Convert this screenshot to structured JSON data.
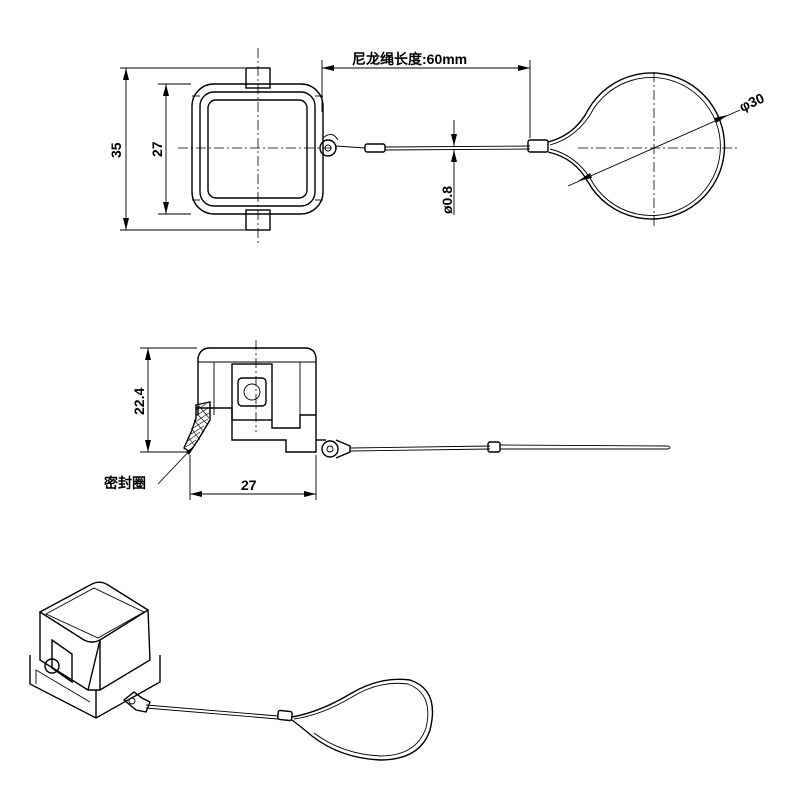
{
  "top_view": {
    "cord_length_label": "尼龙绳长度:60mm",
    "height_outer_label": "35",
    "height_inner_label": "27",
    "cord_diameter_label": "ø0.8",
    "ring_diameter_label": "φ30"
  },
  "side_view": {
    "height_label": "22.4",
    "width_label": "27",
    "seal_label": "密封圈"
  }
}
